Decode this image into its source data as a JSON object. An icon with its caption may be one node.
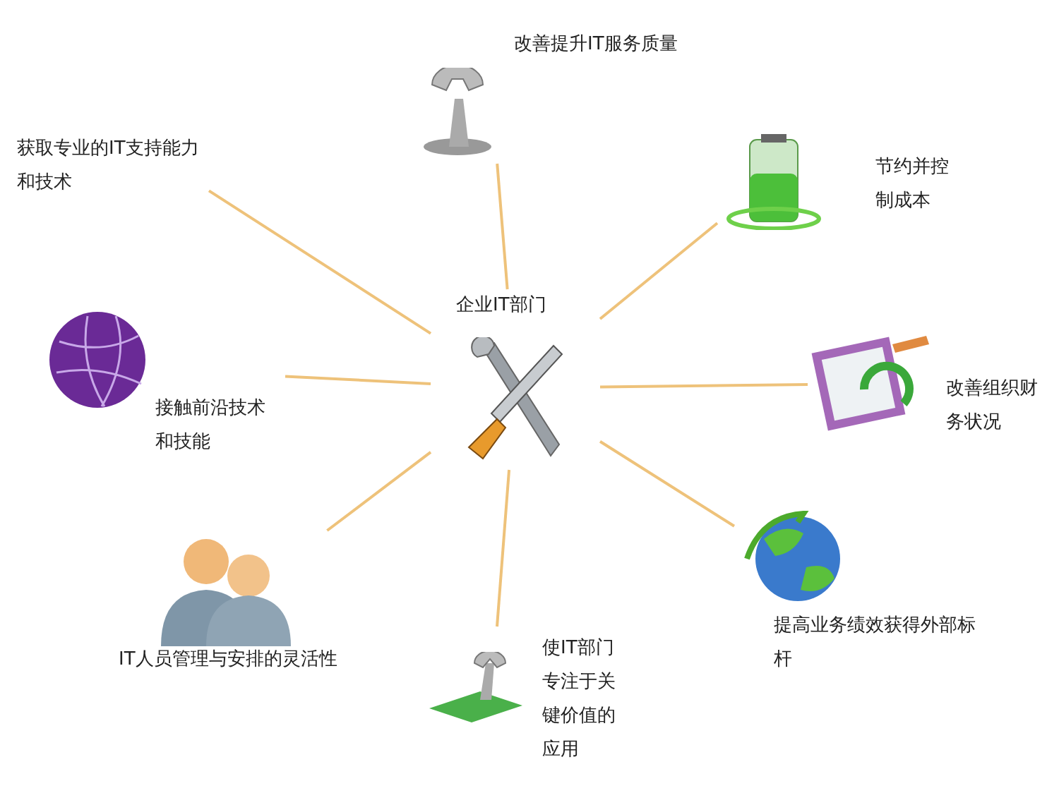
{
  "diagram": {
    "nodes": [
      {
        "text": [
          "企业IT部门"
        ]
      },
      {
        "text": [
          "改善提升IT服务质量"
        ]
      },
      {
        "text": [
          "节约并控制成本"
        ]
      },
      {
        "text": [
          "改善组织财务状况"
        ]
      },
      {
        "text": [
          "提高业务绩效获得外部标杆"
        ]
      },
      {
        "text": [
          "使IT部门专注于关键价值的应用"
        ]
      },
      {
        "text": [
          "IT人员管理与安排的灵活性"
        ]
      },
      {
        "text": [
          "接触前沿技术和技能"
        ]
      },
      {
        "text": [
          "获取专业的IT支持能力和技术"
        ]
      }
    ],
    "edges": [
      {
        "from": 0,
        "to": 1,
        "arrow": "none"
      },
      {
        "from": 0,
        "to": 2,
        "arrow": "none"
      },
      {
        "from": 0,
        "to": 3,
        "arrow": "none"
      },
      {
        "from": 0,
        "to": 4,
        "arrow": "none"
      },
      {
        "from": 0,
        "to": 5,
        "arrow": "none"
      },
      {
        "from": 0,
        "to": 6,
        "arrow": "none"
      },
      {
        "from": 0,
        "to": 7,
        "arrow": "none"
      },
      {
        "from": 0,
        "to": 8,
        "arrow": "none"
      }
    ]
  }
}
